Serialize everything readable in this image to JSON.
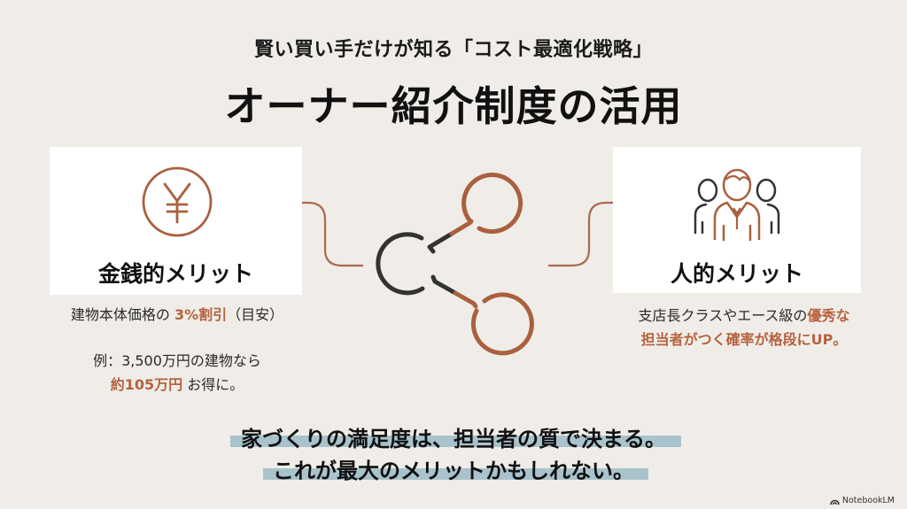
{
  "header": {
    "subtitle": "賢い買い手だけが知る「コスト最適化戦略」",
    "title": "オーナー紹介制度の活用"
  },
  "left_card": {
    "icon": "yen-icon",
    "label": "金銭的メリット",
    "desc_line1_pre": "建物本体価格の ",
    "desc_line1_accent": "3%割引",
    "desc_line1_post": "（目安）",
    "example_line1": "例：3,500万円の建物なら",
    "example_accent": "約105万円",
    "example_post": " お得に。"
  },
  "right_card": {
    "icon": "people-icon",
    "label": "人的メリット",
    "desc_line1_pre": "支店長クラスやエース級の",
    "desc_line1_accent": "優秀な",
    "desc_line2_accent": "担当者がつく確率が格段にUP。"
  },
  "center_icon": "share-icon",
  "conclusion": {
    "line1": "家づくりの満足度は、担当者の質で決まる。",
    "line2": "これが最大のメリットかもしれない。"
  },
  "footer": {
    "brand": "NotebookLM"
  },
  "colors": {
    "background": "#f0ede8",
    "card": "#ffffff",
    "accent": "#b5623f",
    "icon_dark": "#333333",
    "highlight": "#a9c3cd"
  }
}
